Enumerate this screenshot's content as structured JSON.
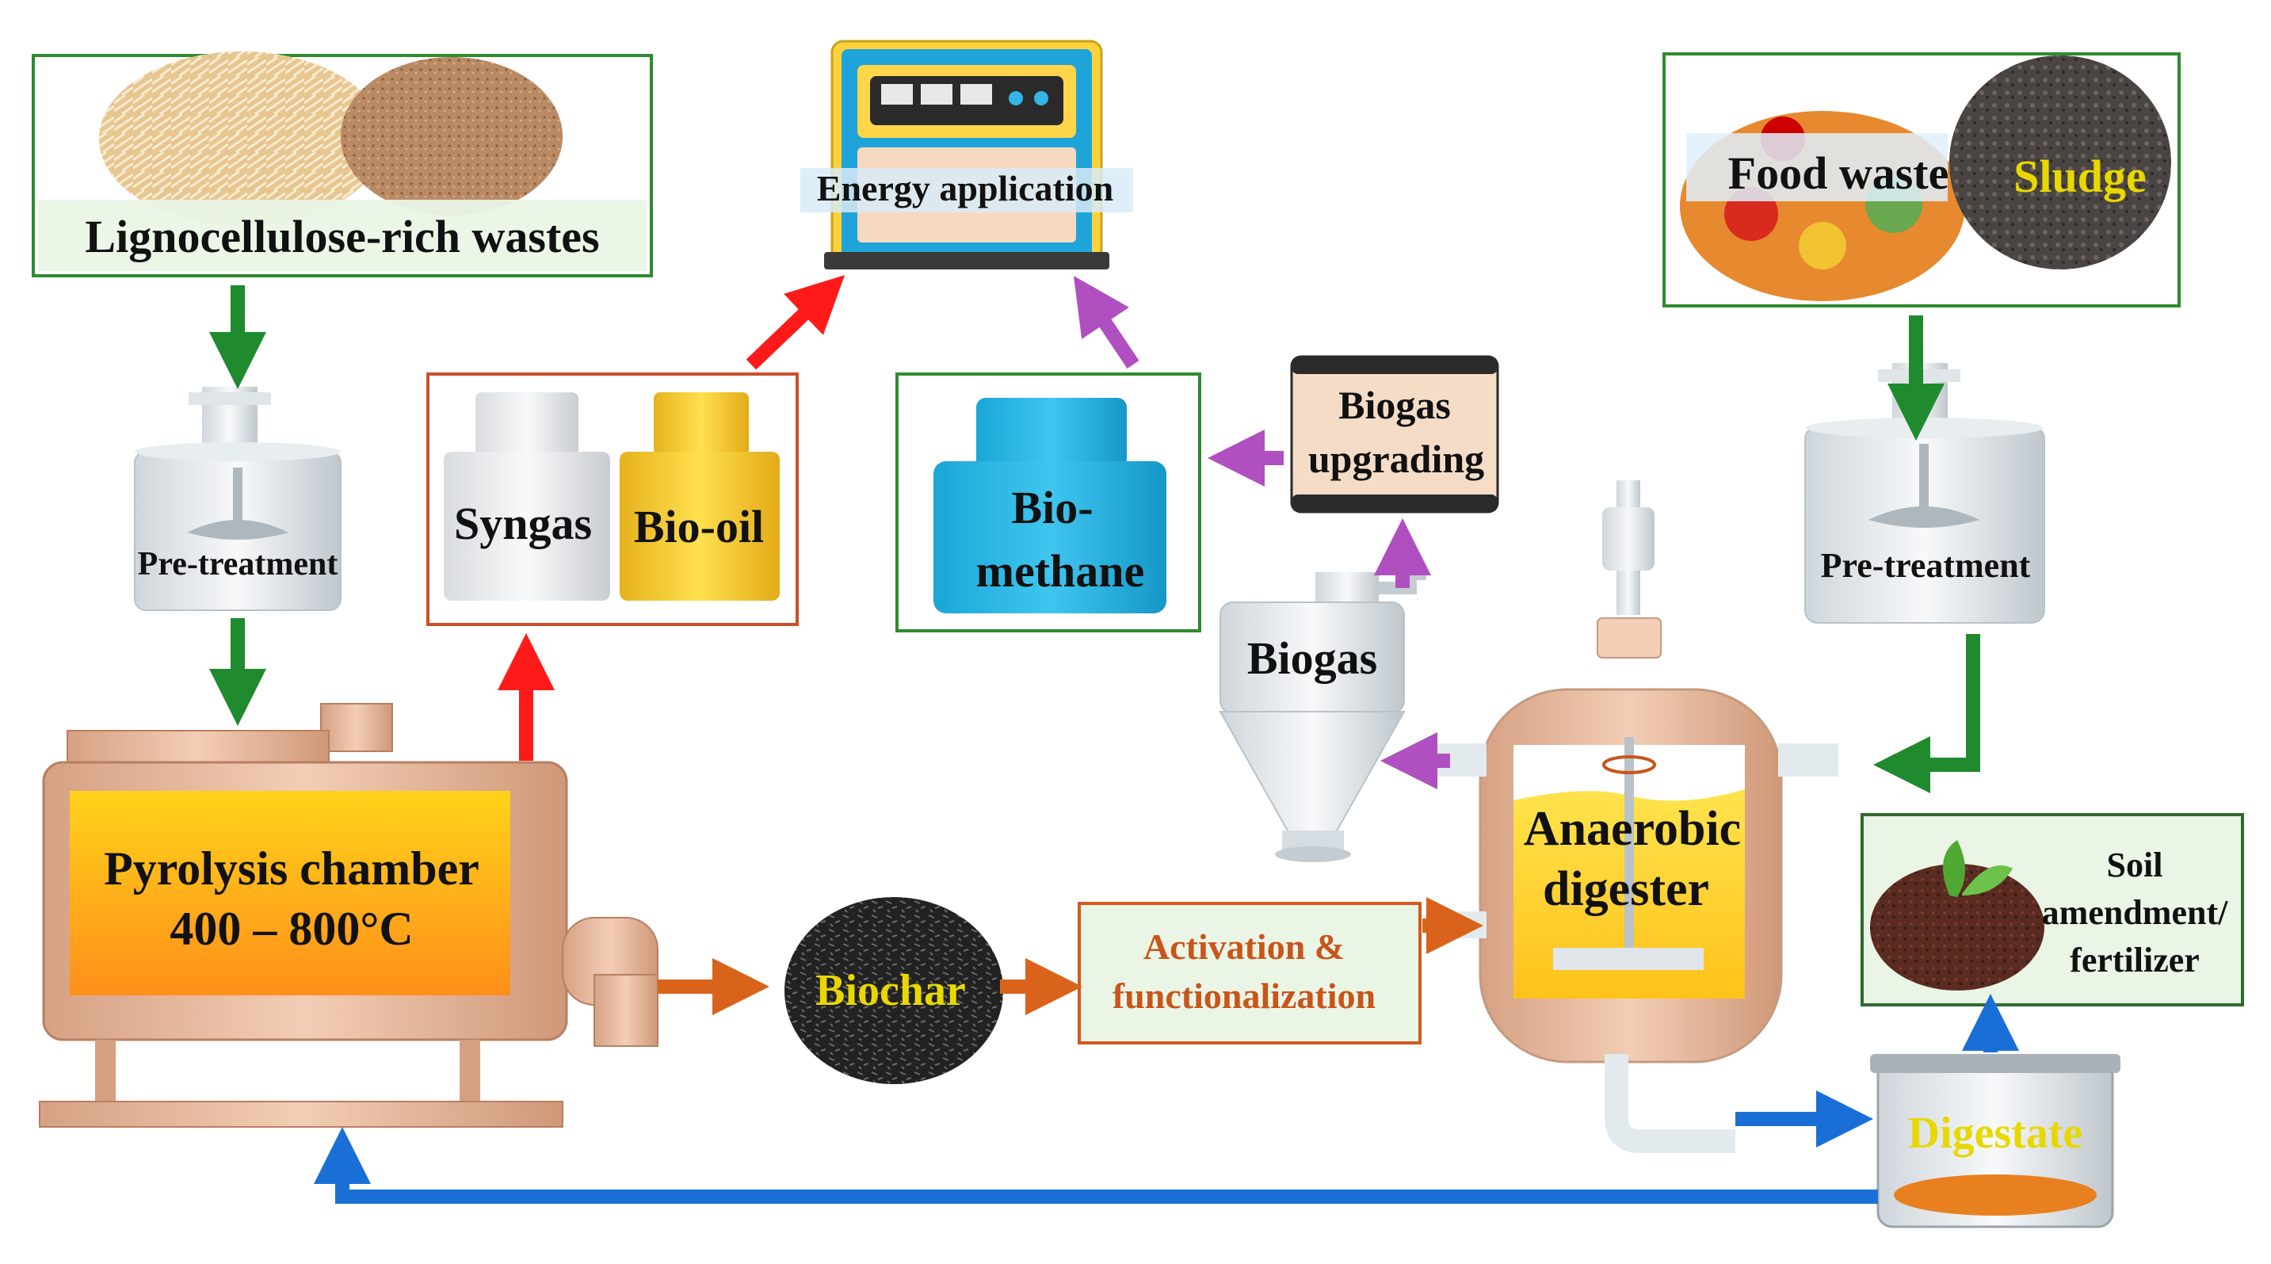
{
  "labels": {
    "lignocellulose": "Lignocellulose-rich wastes",
    "pretreatment_left": "Pre-treatment",
    "pretreatment_right": "Pre-treatment",
    "energy": "Energy application",
    "syngas": "Syngas",
    "biooil": "Bio-oil",
    "biomethane_1": "Bio-",
    "biomethane_2": "methane",
    "upgrading_1": "Biogas",
    "upgrading_2": "upgrading",
    "food_waste": "Food waste",
    "sludge": "Sludge",
    "biogas": "Biogas",
    "pyrolysis_1": "Pyrolysis chamber",
    "pyrolysis_2": "400 – 800°C",
    "biochar": "Biochar",
    "activation_1": "Activation &",
    "activation_2": "functionalization",
    "anaerobic_1": "Anaerobic",
    "anaerobic_2": "digester",
    "soil_1": "Soil",
    "soil_2": "amendment/",
    "soil_3": "fertilizer",
    "digestate": "Digestate"
  },
  "colors": {
    "green_arrow": "#1f8a2e",
    "red_arrow": "#ff1a1a",
    "purple_arrow": "#b04fc0",
    "orange_arrow": "#d9631b",
    "blue_arrow": "#1a6fd6",
    "green_border": "#2e8b2e",
    "red_border": "#c8502a",
    "orange_border": "#d25a1e",
    "orange_text": "#c8551a",
    "yellow_text": "#e8d800"
  }
}
